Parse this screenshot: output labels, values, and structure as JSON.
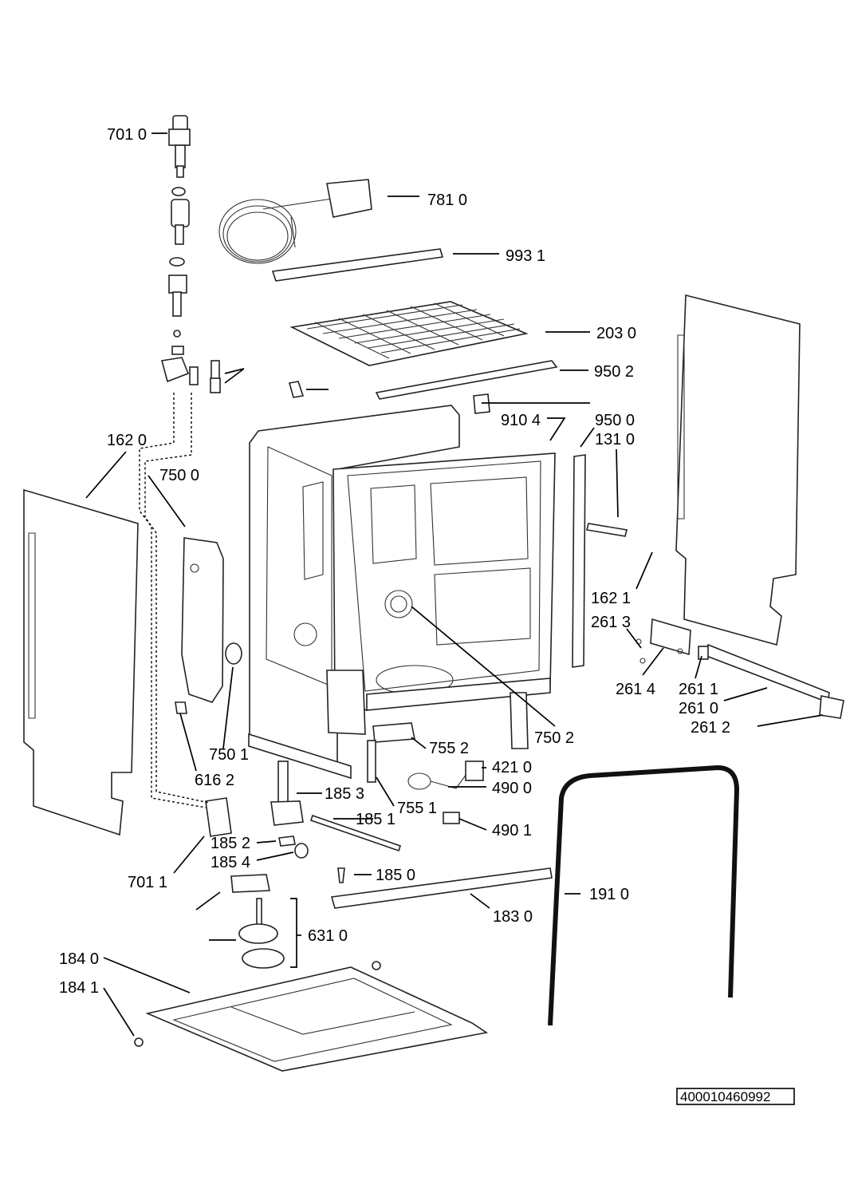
{
  "diagram": {
    "document_number": "400010460992",
    "labels": {
      "l7010": "701 0",
      "l7810": "781 0",
      "l9931": "993 1",
      "l2030": "203 0",
      "l9502": "950 2",
      "l9104": "910 4",
      "l9500": "950 0",
      "l1310": "131 0",
      "l1620": "162 0",
      "l7500": "750 0",
      "l1621": "162 1",
      "l2613": "261 3",
      "l2614": "261 4",
      "l2611": "261 1",
      "l2610": "261 0",
      "l2612": "261 2",
      "l7502": "750 2",
      "l7501": "750 1",
      "l7552": "755 2",
      "l6162": "616 2",
      "l4210": "421 0",
      "l4900": "490 0",
      "l1853": "185 3",
      "l7551": "755 1",
      "l1851": "185 1",
      "l4901": "490 1",
      "l1852": "185 2",
      "l1854": "185 4",
      "l7011": "701 1",
      "l1850": "185 0",
      "l1910": "191 0",
      "l1830": "183 0",
      "l6310": "631 0",
      "l1840": "184 0",
      "l1841": "184 1"
    }
  }
}
